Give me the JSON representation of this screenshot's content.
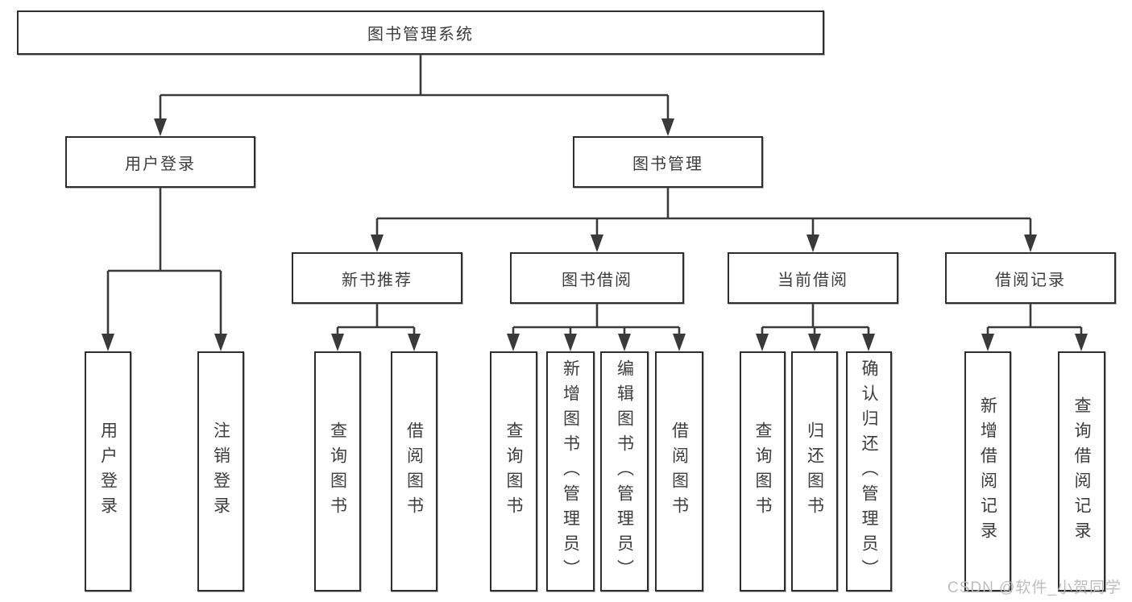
{
  "nodes": {
    "root": "图书管理系统",
    "user_login": "用户登录",
    "book_management": "图书管理",
    "new_book_recommend": "新书推荐",
    "book_borrowing": "图书借阅",
    "current_borrowing": "当前借阅",
    "borrowing_records": "借阅记录",
    "user_login_leaf": "用户登录",
    "logout_leaf": "注销登录",
    "nbr_query_books": "查询图书",
    "nbr_borrow_books": "借阅图书",
    "bb_query_books": "查询图书",
    "bb_add_books": "新增图书（管理员）",
    "bb_edit_books": "编辑图书（管理员）",
    "bb_borrow_books": "借阅图书",
    "cb_query_books": "查询图书",
    "cb_return_books": "归还图书",
    "cb_confirm_return": "确认归还（管理员）",
    "br_add_record": "新增借阅记录",
    "br_query_record": "查询借阅记录"
  },
  "edges": [
    {
      "parent": "图书管理系统",
      "children": [
        "用户登录",
        "图书管理"
      ]
    },
    {
      "parent": "用户登录",
      "children": [
        "用户登录",
        "注销登录"
      ]
    },
    {
      "parent": "图书管理",
      "children": [
        "新书推荐",
        "图书借阅",
        "当前借阅",
        "借阅记录"
      ]
    },
    {
      "parent": "新书推荐",
      "children": [
        "查询图书",
        "借阅图书"
      ]
    },
    {
      "parent": "图书借阅",
      "children": [
        "查询图书",
        "新增图书（管理员）",
        "编辑图书（管理员）",
        "借阅图书"
      ]
    },
    {
      "parent": "当前借阅",
      "children": [
        "查询图书",
        "归还图书",
        "确认归还（管理员）"
      ]
    },
    {
      "parent": "借阅记录",
      "children": [
        "新增借阅记录",
        "查询借阅记录"
      ]
    }
  ],
  "watermark": "CSDN @软件_小贺同学",
  "colors": {
    "line": "#3a3a3a",
    "box_border": "#2e2e2e",
    "text": "#3d3d3d",
    "watermark": "#b9b9b9",
    "background": "#ffffff"
  }
}
